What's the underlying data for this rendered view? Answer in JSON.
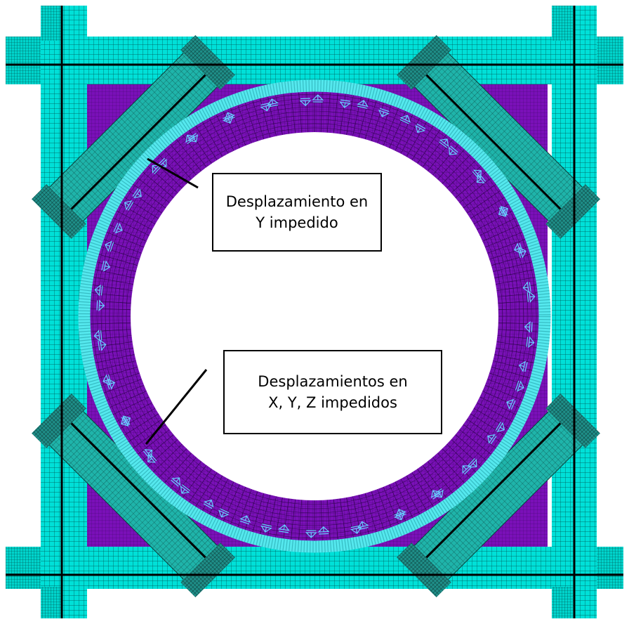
{
  "colors": {
    "frame": "#00e0d8",
    "frame_dark": "#009c96",
    "plate": "#7a10b8",
    "ring": "#55e8ee",
    "support_symbol": "#66d0ff",
    "bolt_line": "#000000",
    "background": "#ffffff"
  },
  "callouts": {
    "y_fixed": {
      "line1": "Desplazamiento en",
      "line2": "Y impedido"
    },
    "xyz_fixed": {
      "line1": "Desplazamientos en",
      "line2": "X, Y, Z impedidos"
    }
  },
  "support_symbols": {
    "inner_ring_count": 34,
    "outer_ring_count": 30
  }
}
